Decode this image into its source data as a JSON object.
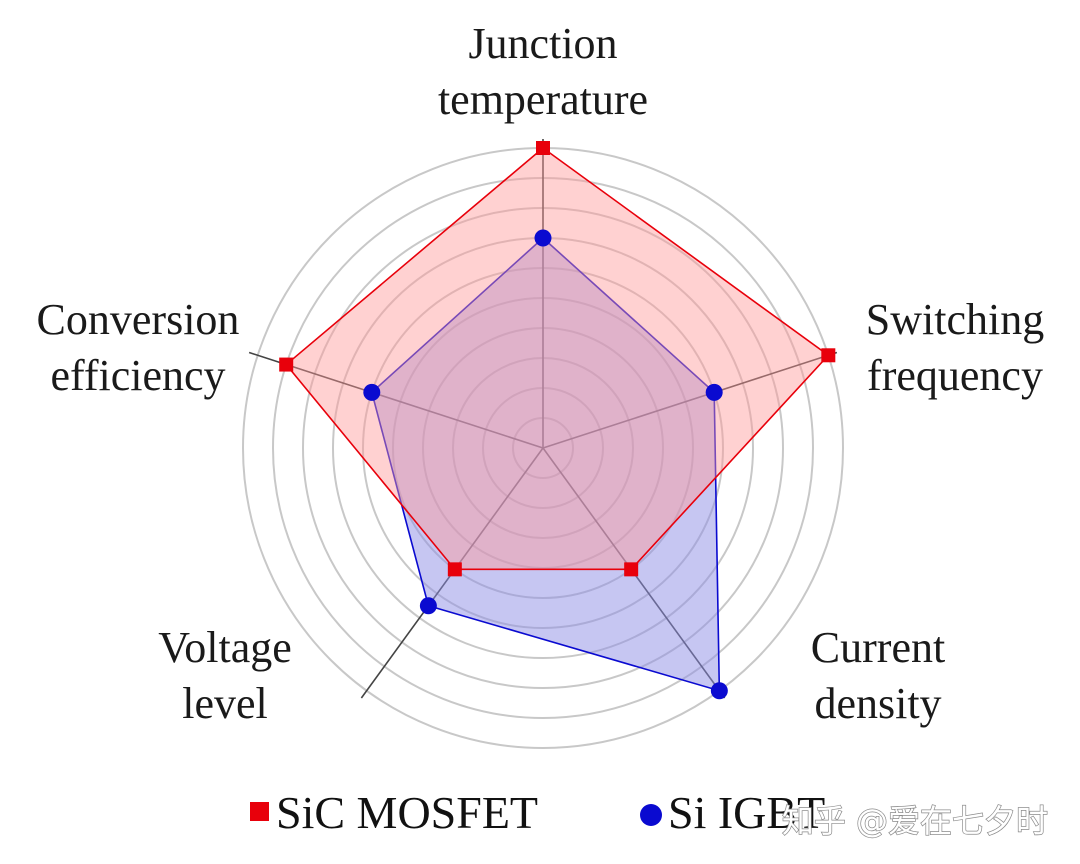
{
  "chart_data": {
    "type": "radar",
    "title": "",
    "axes": [
      {
        "name": "Junction temperature",
        "lines": [
          "Junction",
          "temperature"
        ]
      },
      {
        "name": "Switching frequency",
        "lines": [
          "Switching",
          "frequency"
        ]
      },
      {
        "name": "Current density",
        "lines": [
          "Current",
          "density"
        ]
      },
      {
        "name": "Voltage level",
        "lines": [
          "Voltage",
          "level"
        ]
      },
      {
        "name": "Conversion efficiency",
        "lines": [
          "Conversion",
          "efficiency"
        ]
      }
    ],
    "rlim": [
      0,
      10
    ],
    "ring_count": 10,
    "grid": true,
    "series": [
      {
        "name": "SiC MOSFET",
        "marker": "square",
        "color": "#e8000b",
        "fill": "#ff9a9a",
        "values": [
          10,
          10,
          5,
          5,
          9
        ]
      },
      {
        "name": "Si IGBT",
        "marker": "circle",
        "color": "#0a0ad0",
        "fill": "#8d8de6",
        "values": [
          7,
          6,
          10,
          6.5,
          6
        ]
      }
    ],
    "legend": {
      "position": "bottom"
    }
  },
  "watermark": "知乎 @爱在七夕时"
}
